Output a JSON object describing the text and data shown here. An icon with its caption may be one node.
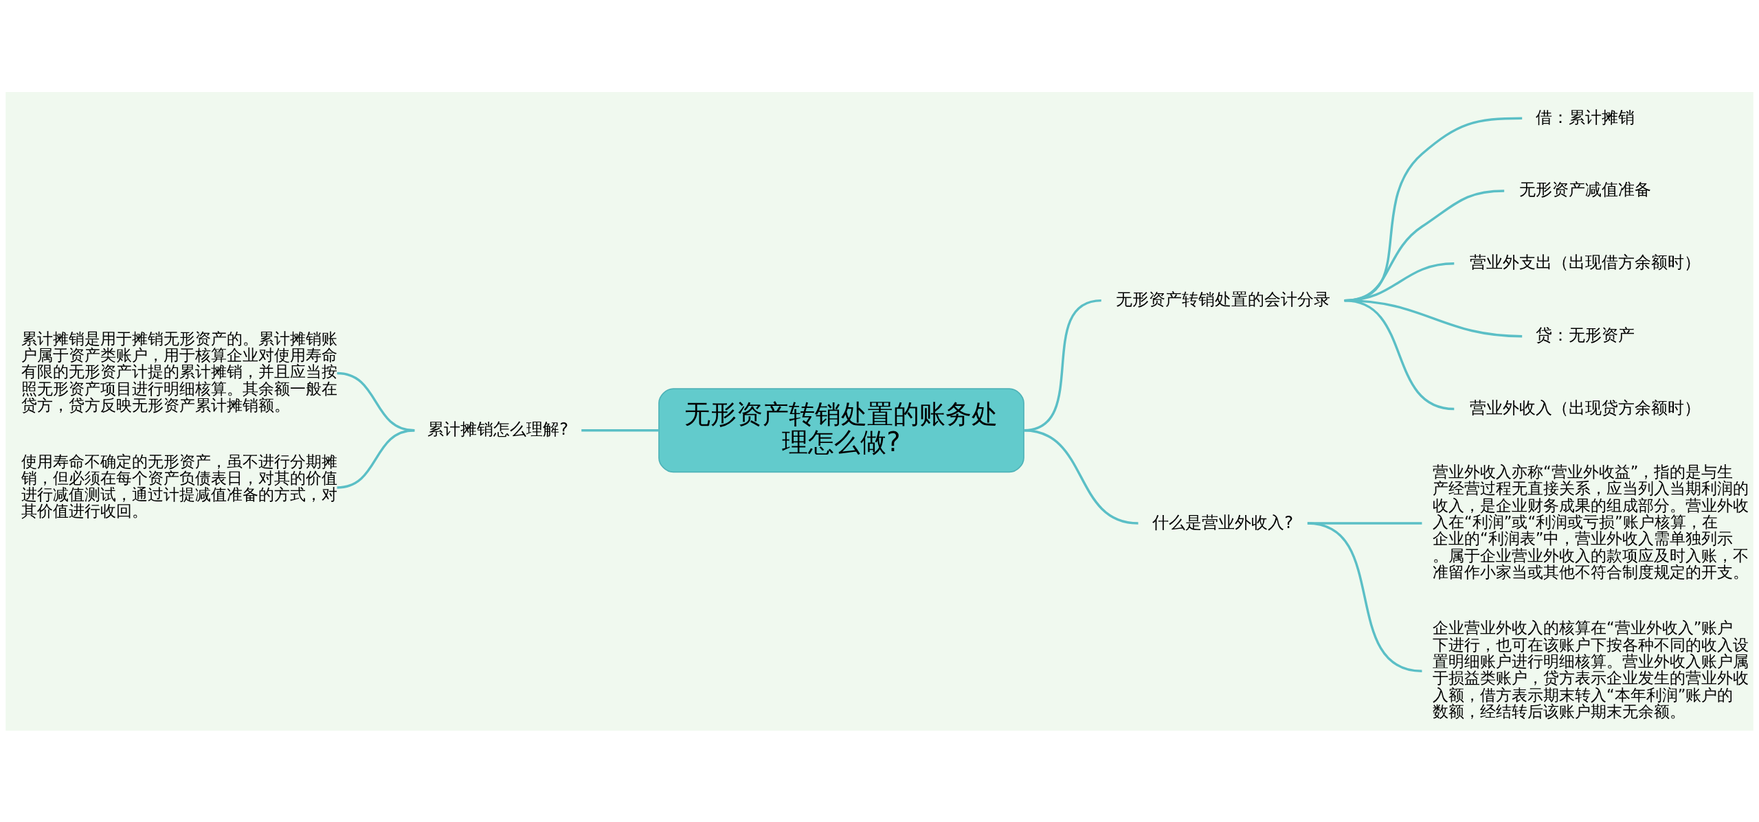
{
  "diagram": {
    "nodes": [
      {
        "text": [
          "无形资产转销处置的账务处理怎么做?"
        ]
      },
      {
        "text": [
          "累计摊销怎么理解?"
        ]
      },
      {
        "text": [
          "累计摊销是用于摊销无形资产的。累计摊销账户属于资产类账户，用于核算企业对使用寿命有限的无形资产计提的累计摊销，并且应当按照无形资产项目进行明细核算。其余额一般在贷方，贷方反映无形资产累计摊销额。"
        ]
      },
      {
        "text": [
          "使用寿命不确定的无形资产，虽不进行分期摊销，但必须在每个资产负债表日，对其的价值进行减值测试，通过计提减值准备的方式，对其价值进行收回。"
        ]
      },
      {
        "text": [
          "无形资产转销处置的会计分录"
        ]
      },
      {
        "text": [
          "借：累计摊销"
        ]
      },
      {
        "text": [
          "无形资产减值准备"
        ]
      },
      {
        "text": [
          "营业外支出（出现借方余额时）"
        ]
      },
      {
        "text": [
          "贷：无形资产"
        ]
      },
      {
        "text": [
          "营业外收入（出现贷方余额时）"
        ]
      },
      {
        "text": [
          "什么是营业外收入?"
        ]
      },
      {
        "text": [
          "营业外收入亦称“营业外收益”，指的是与生产经营过程无直接关系，应当列入当期利润的收入，是企业财务成果的组成部分。营业外收入在“利润”或“利润或亏损”账户核算，在企业的“利润表”中，营业外收入需单独列示。属于企业营业外收入的款项应及时入账，不准留作小家当或其他不符合制度规定的开支。"
        ]
      },
      {
        "text": [
          "企业营业外收入的核算在“营业外收入”账户下进行，也可在该账户下按各种不同的收入设置明细账户进行明细核算。营业外收入账户属于损益类账户，贷方表示企业发生的营业外收入额，借方表示期末转入“本年利润”账户的数额，经结转后该账户期末无余额。"
        ]
      }
    ],
    "edges": [
      {
        "from": 0,
        "to": 1,
        "arrow": "none"
      },
      {
        "from": 1,
        "to": 2,
        "arrow": "none"
      },
      {
        "from": 1,
        "to": 3,
        "arrow": "none"
      },
      {
        "from": 0,
        "to": 4,
        "arrow": "none"
      },
      {
        "from": 4,
        "to": 5,
        "arrow": "none"
      },
      {
        "from": 4,
        "to": 6,
        "arrow": "none"
      },
      {
        "from": 4,
        "to": 7,
        "arrow": "none"
      },
      {
        "from": 4,
        "to": 8,
        "arrow": "none"
      },
      {
        "from": 4,
        "to": 9,
        "arrow": "none"
      },
      {
        "from": 0,
        "to": 10,
        "arrow": "none"
      },
      {
        "from": 10,
        "to": 11,
        "arrow": "none"
      },
      {
        "from": 10,
        "to": 12,
        "arrow": "none"
      }
    ]
  }
}
